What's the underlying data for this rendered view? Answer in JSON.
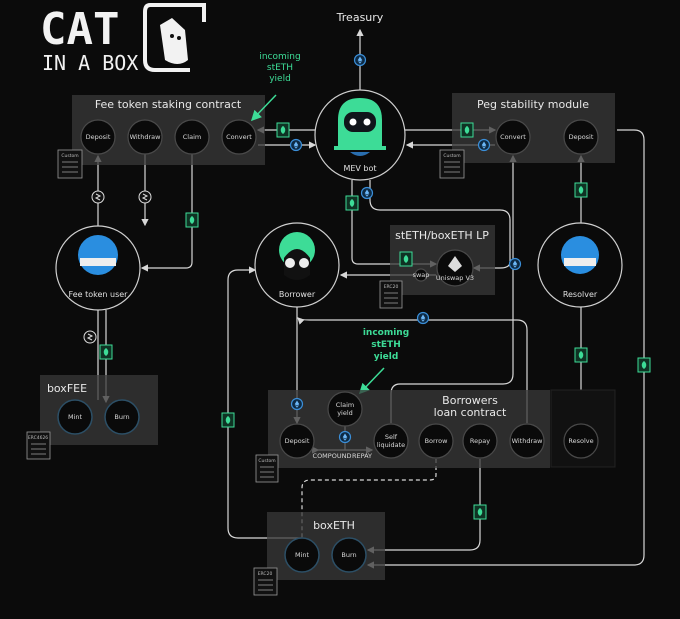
{
  "logo": {
    "line1": "CAT",
    "line2": "IN A BOX"
  },
  "treasury": "Treasury",
  "annotations": {
    "yield_top": [
      "incoming",
      "stETH",
      "yield"
    ],
    "yield_mid": [
      "incoming",
      "stETH",
      "yield"
    ]
  },
  "fee_staking": {
    "title": "Fee token staking contract",
    "nodes": [
      "Deposit",
      "Withdraw",
      "Claim",
      "Convert"
    ],
    "doc": "Custom"
  },
  "mev_bot": {
    "label": "MEV bot"
  },
  "peg_module": {
    "title": "Peg stability module",
    "nodes": [
      "Convert",
      "Deposit"
    ],
    "doc": "Custom"
  },
  "fee_user": {
    "label": "Fee token user"
  },
  "borrower": {
    "label": "Borrower"
  },
  "resolver": {
    "label": "Resolver"
  },
  "lp": {
    "title": "stETH/boxETH LP",
    "pool": "Uniswap V3",
    "swap": "swap",
    "doc": "ERC20"
  },
  "boxfee": {
    "title": "boxFEE",
    "nodes": [
      "Mint",
      "Burn"
    ],
    "doc": "ERC4626"
  },
  "loan": {
    "title": [
      "Borrowers",
      "loan contract"
    ],
    "claim": [
      "Claim",
      "yield"
    ],
    "deposit": "Deposit",
    "self_liq": [
      "Self",
      "liquidate"
    ],
    "borrow": "Borrow",
    "repay": "Repay",
    "withdraw": "Withdraw",
    "compound": "COMPOUND",
    "repay_small": "REPAY",
    "doc": "Custom"
  },
  "resolve": {
    "label": "Resolve"
  },
  "boxeth": {
    "title": "boxETH",
    "nodes": [
      "Mint",
      "Burn"
    ],
    "doc": "ERC20"
  },
  "colors": {
    "accent": "#3ddc97",
    "eth": "#3b8fd9",
    "background": "#0b0b0b"
  }
}
